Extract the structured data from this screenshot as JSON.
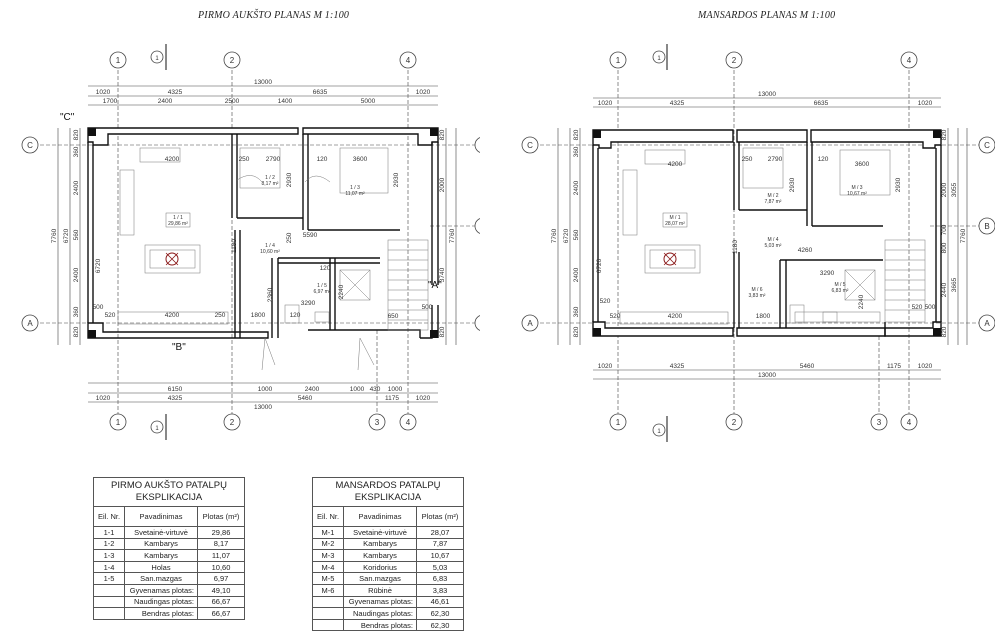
{
  "plans": {
    "ground": {
      "title": "PIRMO AUKŠTO PLANAS M 1:100",
      "axes_top": [
        "1",
        "2",
        "4"
      ],
      "axes_bottom": [
        "1",
        "2",
        "3",
        "4"
      ],
      "axes_side": [
        "C",
        "B",
        "A"
      ],
      "section_mark": "1",
      "dim_total": "13000",
      "dim_top_row1": [
        "1020",
        "4325",
        "6635",
        "1020"
      ],
      "dim_top_row2": [
        "1700",
        "2400",
        "2500",
        "1400",
        "5000"
      ],
      "dim_bottom_row1": [
        "6150",
        "1000",
        "2400",
        "1000",
        "430",
        "1000"
      ],
      "dim_bottom_row2": [
        "1020",
        "4325",
        "5460",
        "1175",
        "1020"
      ],
      "dim_left": [
        "820",
        "360",
        "2400",
        "560",
        "2400",
        "360",
        "820"
      ],
      "dim_left_total": [
        "7760",
        "6720"
      ],
      "dim_right": [
        "820",
        "2000",
        "3740",
        "820"
      ],
      "dim_right_total": "7760",
      "labels": {
        "c": "\"C\"",
        "b": "\"B\"",
        "a": "\"A\""
      },
      "room_dims": [
        "4200",
        "250",
        "2790",
        "120",
        "3600",
        "2930",
        "2930",
        "5590",
        "1180",
        "250",
        "3290",
        "2240",
        "4200",
        "250",
        "1800",
        "120",
        "2360",
        "120",
        "650",
        "500",
        "520",
        "6720",
        "500"
      ],
      "rooms": [
        {
          "id": "1 / 1",
          "area": "29,86 m²"
        },
        {
          "id": "1 / 2",
          "area": "8,17 m²"
        },
        {
          "id": "1 / 3",
          "area": "11,07 m²"
        },
        {
          "id": "1 / 4",
          "area": "10,60 m²"
        },
        {
          "id": "1 / 5",
          "area": "6,97 m²"
        }
      ]
    },
    "attic": {
      "title": "MANSARDOS PLANAS M 1:100",
      "axes_top": [
        "1",
        "2",
        "4"
      ],
      "axes_bottom": [
        "1",
        "2",
        "3",
        "4"
      ],
      "axes_side": [
        "C",
        "B",
        "A"
      ],
      "section_mark": "1",
      "dim_total": "13000",
      "dim_top_row1": [
        "1020",
        "4325",
        "6635",
        "1020"
      ],
      "dim_bottom_row1": [
        "1020",
        "4325",
        "5460",
        "1175",
        "1020"
      ],
      "dim_left": [
        "820",
        "360",
        "2400",
        "560",
        "2400",
        "360",
        "820"
      ],
      "dim_left_total": [
        "7760",
        "6720"
      ],
      "dim_right": [
        "820",
        "3055",
        "2000",
        "700",
        "800",
        "2440",
        "3665",
        "820"
      ],
      "dim_right_total": "7760",
      "room_dims": [
        "4200",
        "250",
        "2790",
        "120",
        "3600",
        "2930",
        "2930",
        "4260",
        "1180",
        "3290",
        "2240",
        "4200",
        "1800",
        "520",
        "500",
        "520",
        "6720",
        "520"
      ],
      "rooms": [
        {
          "id": "M / 1",
          "area": "28,07 m²"
        },
        {
          "id": "M / 2",
          "area": "7,87 m²"
        },
        {
          "id": "M / 3",
          "area": "10,67 m²"
        },
        {
          "id": "M / 4",
          "area": "5,03 m²"
        },
        {
          "id": "M / 5",
          "area": "6,83 m²"
        },
        {
          "id": "M / 6",
          "area": "3,83 m²"
        }
      ]
    }
  },
  "tables": {
    "ground": {
      "title_line1": "PIRMO AUKŠTO PATALPŲ",
      "title_line2": "EKSPLIKACIJA",
      "headers": [
        "Eil. Nr.",
        "Pavadinimas",
        "Plotas (m²)"
      ],
      "rows": [
        [
          "1-1",
          "Svetainė-virtuvė",
          "29,86"
        ],
        [
          "1-2",
          "Kambarys",
          "8,17"
        ],
        [
          "1-3",
          "Kambarys",
          "11,07"
        ],
        [
          "1-4",
          "Holas",
          "10,60"
        ],
        [
          "1-5",
          "San.mazgas",
          "6,97"
        ]
      ],
      "totals": [
        [
          "Gyvenamas plotas:",
          "49,10"
        ],
        [
          "Naudingas plotas:",
          "66,67"
        ],
        [
          "Bendras plotas:",
          "66,67"
        ]
      ]
    },
    "attic": {
      "title_line1": "MANSARDOS PATALPŲ",
      "title_line2": "EKSPLIKACIJA",
      "headers": [
        "Eil. Nr.",
        "Pavadinimas",
        "Plotas (m²)"
      ],
      "rows": [
        [
          "M-1",
          "Svetainė-virtuvė",
          "28,07"
        ],
        [
          "M-2",
          "Kambarys",
          "7,87"
        ],
        [
          "M-3",
          "Kambarys",
          "10,67"
        ],
        [
          "M-4",
          "Koridorius",
          "5,03"
        ],
        [
          "M-5",
          "San.mazgas",
          "6,83"
        ],
        [
          "M-6",
          "Rūbinė",
          "3,83"
        ]
      ],
      "totals": [
        [
          "Gyvenamas plotas:",
          "46,61"
        ],
        [
          "Naudingas plotas:",
          "62,30"
        ],
        [
          "Bendras plotas:",
          "62,30"
        ]
      ]
    }
  }
}
